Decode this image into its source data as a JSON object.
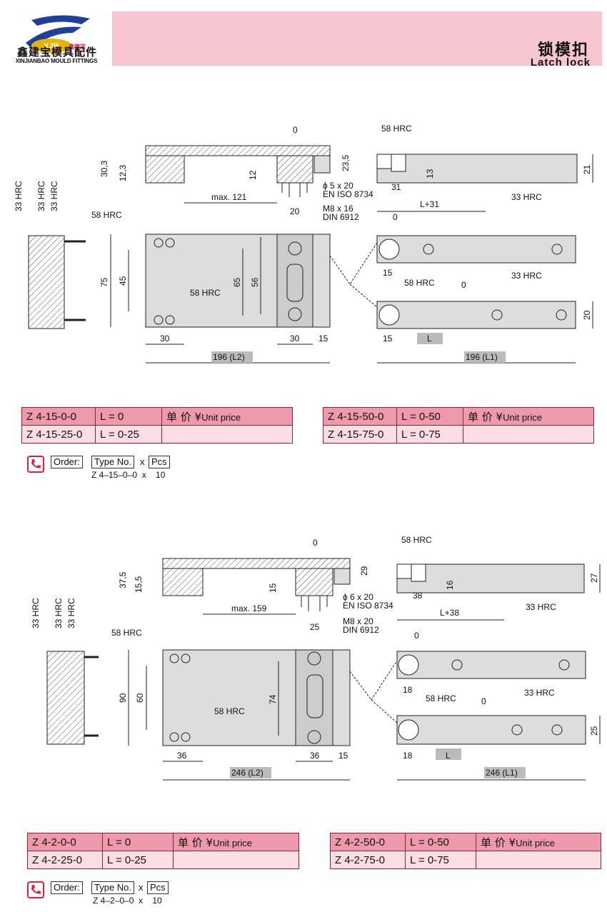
{
  "header": {
    "logo_badge": "XJB",
    "logo_small": "鑫建宝",
    "company_cn": "鑫建宝模具配件",
    "company_en": "XINJIANBAO MOULD FITTINGS",
    "title_cn": "锁模扣",
    "title_en": "Latch lock"
  },
  "section1": {
    "labels": {
      "zero_top": "0",
      "zero_a": "0",
      "zero_b": "0",
      "h58a": "58 HRC",
      "h58b": "58 HRC",
      "h58c": "58 HRC",
      "h58d": "58 HRC",
      "h33a": "33 HRC",
      "h33b": "33 HRC",
      "side1": "33 HRC",
      "side2": "33 HRC",
      "side3": "33 HRC",
      "d303": "30,3",
      "d123": "12,3",
      "d12": "12",
      "d235": "23,5",
      "dmax": "max. 121",
      "pin": "ϕ 5 x 20",
      "pin_std": "EN ISO 8734",
      "screw": "M8 x 16",
      "screw_std": "DIN 6912",
      "d31": "31",
      "d13": "13",
      "d21": "21",
      "dL31": "L+31",
      "d20t": "20",
      "d75": "75",
      "d45": "45",
      "d65": "65",
      "d56": "56",
      "d30a": "30",
      "d30b": "30",
      "d15": "15",
      "dL2": "196 (L2)",
      "d15a": "15",
      "d15b": "15",
      "dL": "L",
      "d20": "20",
      "dL1": "196 (L1)"
    },
    "table_left": {
      "rows": [
        [
          "Z 4-15-0-0",
          "L = 0"
        ],
        [
          "Z 4-15-25-0",
          "L = 0-25"
        ]
      ],
      "price_cn": "单 价 ¥",
      "price_en": "Unit price"
    },
    "table_right": {
      "rows": [
        [
          "Z 4-15-50-0",
          "L = 0-50"
        ],
        [
          "Z 4-15-75-0",
          "L = 0-75"
        ]
      ],
      "price_cn": "单 价 ¥",
      "price_en": "Unit price"
    },
    "order": {
      "label": "Order:",
      "type": "Type No.",
      "x": "x",
      "pcs": "Pcs",
      "example": "Z 4–15–0–0  x    10"
    }
  },
  "section2": {
    "labels": {
      "zero_top": "0",
      "zero_a": "0",
      "zero_b": "0",
      "h58a": "58 HRC",
      "h58b": "58 HRC",
      "h58c": "58 HRC",
      "h58d": "58 HRC",
      "h33a": "33 HRC",
      "h33b": "33 HRC",
      "side1": "33 HRC",
      "side2": "33 HRC",
      "side3": "33 HRC",
      "d375": "37,5",
      "d155": "15,5",
      "d15": "15",
      "d29": "29",
      "dmax": "max. 159",
      "pin": "ϕ 6 x 20",
      "pin_std": "EN ISO 8734",
      "screw": "M8 x 20",
      "screw_std": "DIN 6912",
      "d38": "38",
      "d16": "16",
      "d27": "27",
      "dL38": "L+38",
      "d25t": "25",
      "d90": "90",
      "d60": "60",
      "d74": "74",
      "d36a": "36",
      "d36b": "36",
      "d15c": "15",
      "dL2": "246 (L2)",
      "d18a": "18",
      "d18b": "18",
      "dL": "L",
      "d25": "25",
      "dL1": "246 (L1)"
    },
    "table_left": {
      "rows": [
        [
          "Z 4-2-0-0",
          "L = 0"
        ],
        [
          "Z 4-2-25-0",
          "L = 0-25"
        ]
      ],
      "price_cn": "单 价 ¥",
      "price_en": "Unit price"
    },
    "table_right": {
      "rows": [
        [
          "Z 4-2-50-0",
          "L = 0-50"
        ],
        [
          "Z 4-2-75-0",
          "L = 0-75"
        ]
      ],
      "price_cn": "单 价 ¥",
      "price_en": "Unit price"
    },
    "order": {
      "label": "Order:",
      "type": "Type No.",
      "x": "x",
      "pcs": "Pcs",
      "example": "Z 4–2–0–0  x    10"
    }
  }
}
